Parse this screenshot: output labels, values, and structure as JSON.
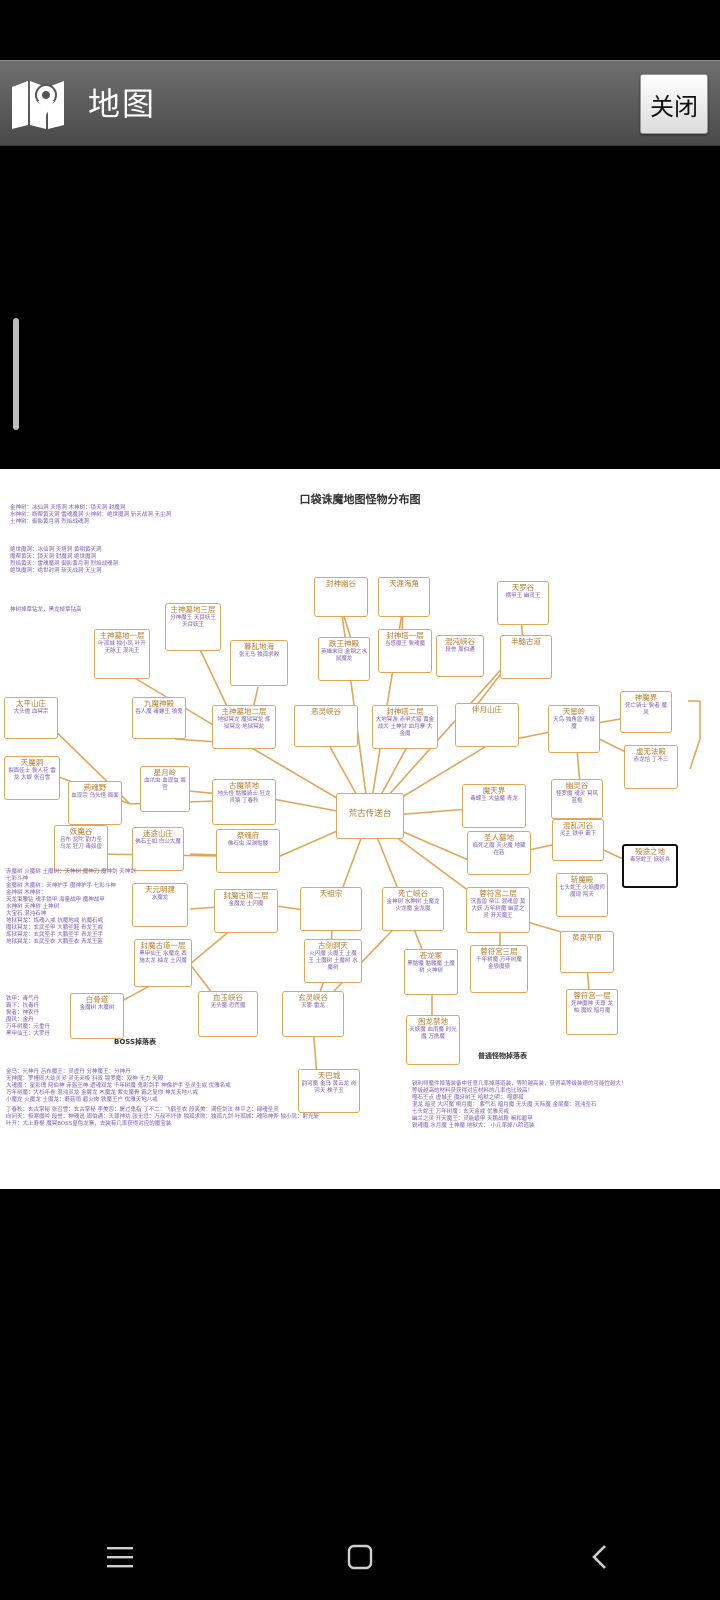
{
  "header": {
    "title": "地图",
    "close_label": "关闭"
  },
  "icons": {
    "map": "map-icon",
    "menu": "menu-icon",
    "home": "home-icon",
    "back": "back-icon"
  },
  "map": {
    "title": "口袋诛魔地图怪物分布图",
    "boss_drop_label": "BOSS掉落表",
    "normal_drop_label": "普通怪物掉落表",
    "nodes": [
      {
        "name": "荒古传送台",
        "monsters": ""
      },
      {
        "name": "封神幽谷",
        "monsters": ""
      },
      {
        "name": "天涯海角",
        "monsters": ""
      },
      {
        "name": "天罗谷",
        "monsters": "横甲王 幽灵王"
      },
      {
        "name": "半脑古道",
        "monsters": ""
      },
      {
        "name": "主神墓地三层",
        "monsters": "分神魔王 天目妖王 天目妖王"
      },
      {
        "name": "主神墓地一层",
        "monsters": "叶孤城 独小凤 叶开 无脉王 混沌王"
      },
      {
        "name": "暮乱地海",
        "monsters": "张无马 独孤求败"
      },
      {
        "name": "跌王神殿",
        "monsters": "英雄末日 金钢之水 鼠魔龙"
      },
      {
        "name": "封神塔一层",
        "monsters": "当感魔王 鬓魂魔"
      },
      {
        "name": "混沌峡谷",
        "monsters": "段誉 周伯通"
      },
      {
        "name": "太平山庄",
        "monsters": "大头僧 血冥宗"
      },
      {
        "name": "九魔神殿",
        "monsters": "吞人魔 毒螺王 狼鬼"
      },
      {
        "name": "主神墓地二层",
        "monsters": "地狱冥龙 魔狱冥龙 炼狱冥龙 地狱冥龙"
      },
      {
        "name": "恶灵峡谷",
        "monsters": ""
      },
      {
        "name": "封神塔二层",
        "monsters": "大地冥游 赤甲犬猎 黄金战犬 土神甘 血月寨 大金魔"
      },
      {
        "name": "伴月山庄",
        "monsters": ""
      },
      {
        "name": "天星岭",
        "monsters": "天鸟 独角兽 青鼠魔"
      },
      {
        "name": "神魔界",
        "monsters": "死亡骑士 鬓者 魔风"
      },
      {
        "name": "虚无法殿",
        "monsters": "赤龙恰 丁不三"
      },
      {
        "name": "天魔洞",
        "monsters": "裂面佳士 鬓人花 雷龙 大蜈 张召雪"
      },
      {
        "name": "荊魂野",
        "monsters": "血现宗 乌头怪 面面"
      },
      {
        "name": "星月岭",
        "monsters": "血爪虫 血现虫 眠宫"
      },
      {
        "name": "古魔禁地",
        "monsters": "地头怪 骷髅骑士 狂龙 灵猿 丁春秋"
      },
      {
        "name": "魔天界",
        "monsters": "毒蝶王 大益魔 青龙"
      },
      {
        "name": "幽灵谷",
        "monsters": "怪罗魔 魂灵 冥风 蓝枢"
      },
      {
        "name": "妖魔谷",
        "monsters": "吕布 龙陀 韵力圣 乌龙 狂刀 毒奴兽"
      },
      {
        "name": "迷途山庄",
        "monsters": "佛石王如 白公大魔"
      },
      {
        "name": "祭魂府",
        "monsters": "佛石虫 深渊骷髅"
      },
      {
        "name": "圣人墓地",
        "monsters": "临死之魔 天火魔 地藏 在若"
      },
      {
        "name": "混乱河谷",
        "monsters": "灵主 铁甲 霸下"
      },
      {
        "name": "殁途之地",
        "monsters": "毒牙蛇王 妖妖兵"
      },
      {
        "name": "天元明建",
        "monsters": "水魔龙"
      },
      {
        "name": "封魔古道二层",
        "monsters": "金魔龙 土闪魔"
      },
      {
        "name": "天祖宗",
        "monsters": ""
      },
      {
        "name": "死亡峡谷",
        "monsters": "金神树 水神树 土魔龙 火龙魔 金龙魔"
      },
      {
        "name": "蓉符宫二层",
        "monsters": "沉香兽 帝江 混魂兽 莫大妖 万年树魔 幽蓝之灵 开天魔王"
      },
      {
        "name": "斩魔殿",
        "monsters": "七头蛇王 火焰魔师 魔现 阿天"
      },
      {
        "name": "封魔古道一层",
        "monsters": "黑甲仙王 水魔龙 西施太龙 抽龙 土闪魔"
      },
      {
        "name": "古剑洞天",
        "monsters": "火闪魔 火魔王 土魔王 土魔树 土魔树 水魔树"
      },
      {
        "name": "苍龙冢",
        "monsters": "黑骷髅 骷髅魔 土魔树 火神树"
      },
      {
        "name": "蓉符宫三层",
        "monsters": "千年树魔 万年树魔 金狼魔狼"
      },
      {
        "name": "黄泉平原",
        "monsters": ""
      },
      {
        "name": "白骨道",
        "monsters": "金魔树 木魔树"
      },
      {
        "name": "血玉峡谷",
        "monsters": "无头魔 恐荒魔"
      },
      {
        "name": "玄灵峡谷",
        "monsters": "天雾 雷龙"
      },
      {
        "name": "困龙禁地",
        "monsters": "天妖魔 血雨魔 时光魔 万携魔"
      },
      {
        "name": "蓉符宫一层",
        "monsters": "死神魔神 天尊 龙帕 魔奴 暗月魔"
      },
      {
        "name": "天巴城",
        "monsters": "韵河魔 金马 黄云龙 岗河天 株子玉"
      }
    ],
    "left_notes": [
      "金神树：冰仙洞 天塔洞 木神树：锁天洞 封魔洞",
      "水神树：断帮黄天洞 雷魂魔洞 火神树：绝世魔洞 斩天战洞 无尘洞",
      "土神树：御影黄月洞 烈焰战魂洞",
      "绝世魔洞：冰仙洞 天塔洞 黄明黄天洞",
      "魔帮黄天：锁天洞 封魔洞 绝世魔洞",
      "烈焰黄天：雷魂魔洞 御影黄月洞 烈焰战魂洞",
      "绝世魔洞：绝世封洞 斩天战洞 无尘洞",
      "神树掉章钻龙，黑龙掉章钻高"
    ],
    "drop_notes_left": [
      "赤魔树 火魔树 土魔树：天神树 魔神刀 魔神剑 天神剑 七彩斗神",
      "金魔树 木魔树：天神护手 魔神护手 七彩斗神",
      "金神树 木神树：",
      "天龙束腰钻 魂手锁甲 海量战甲 魔神战甲",
      "水神树 天神树 土神树",
      "大宝石 混沌石神",
      "地狱冥龙：炼魂入戒 抗魔地戒 抗魔石戒",
      "魔狱冥龙：玄武圣甲 大鹏圣鞋 青龙王戒",
      "炼狱冥龙：玄武圣手 大鹏圣手 青龙王手",
      "地狱冥龙：玄武圣衣 大鹏圣衣 青龙王盔",
      "铁甲：毒气丹",
      "霸下：抗毒丹",
      "鬓者：神农丹",
      "魔风：金丹",
      "万年树魔：元重丹",
      "黑甲仙王：大罗丹"
    ],
    "drop_notes_boss": [
      "金马：元神丹  吕布魔王：灵虚丹  分神魔王：分神丹",
      "无神魔：罗幢同大幼灵灵 灵无天极 抖双 镜罗魔：双神 无力 天殿",
      "大魂魔 ：星影瑰  阿伯神  赤盔王神  遗魂双龙  千年树魔  鬼影剑手  神像护手  圣灵生戒  优雅名戒",
      "万年树魔：大杉年卷  混沌灵龙  金翼龙  木魔龙  紫炎魔骨  霸之复你  神龙天地八戒",
      "小魔龙 火魔龙 土魔龙：蘑菇雨  碧火肉  铁魔王户  优雅天地八戒",
      "丁春秋：玄古掌秘  张召雪：玄古掌秘  李美怨：屠过鬼指  丁不二：飞鹤圣衣  段笑美：满佳剑法  林平之：碌魂圣灵",
      "向问天：极寒魔吟  段誉：神魂说  周伯通：天尊神功  张无忌：万叔不坏体  独孤求败：独孤九剑  叶孤城：魂阳神斧  独小风：射光斩",
      "叶开：大上寿棍  魔冥BOSS皇色龙寨，去装有几率获得对应的魔宝装"
    ],
    "drop_notes_normal": [
      "锐利师魔件掉落装备中任意几率掉落道装，等阶越高装，获得高等级装德的可能性越大！",
      "等级越高的材料获获得对应材料的几率也比较高！",
      "噬石王点  虚城王  魔牙树王  哈默之明：  噬娜孤",
      "混龙  暗灵  大闪魔  桐月魔：  紫气石      暗月魔  无头魔  天际魔  金尾魔：混沌圣石",
      "七头蛇王  万年树魔：玄天金戒  优雅灵戒",
      "幽兰之灵  开天魔王：灵能碧甲  天鹏战靴  嘛和碧甲",
      "锐魂魔  水月魔  土神魔  地狱犬：  小几率掉八阶道装"
    ]
  }
}
